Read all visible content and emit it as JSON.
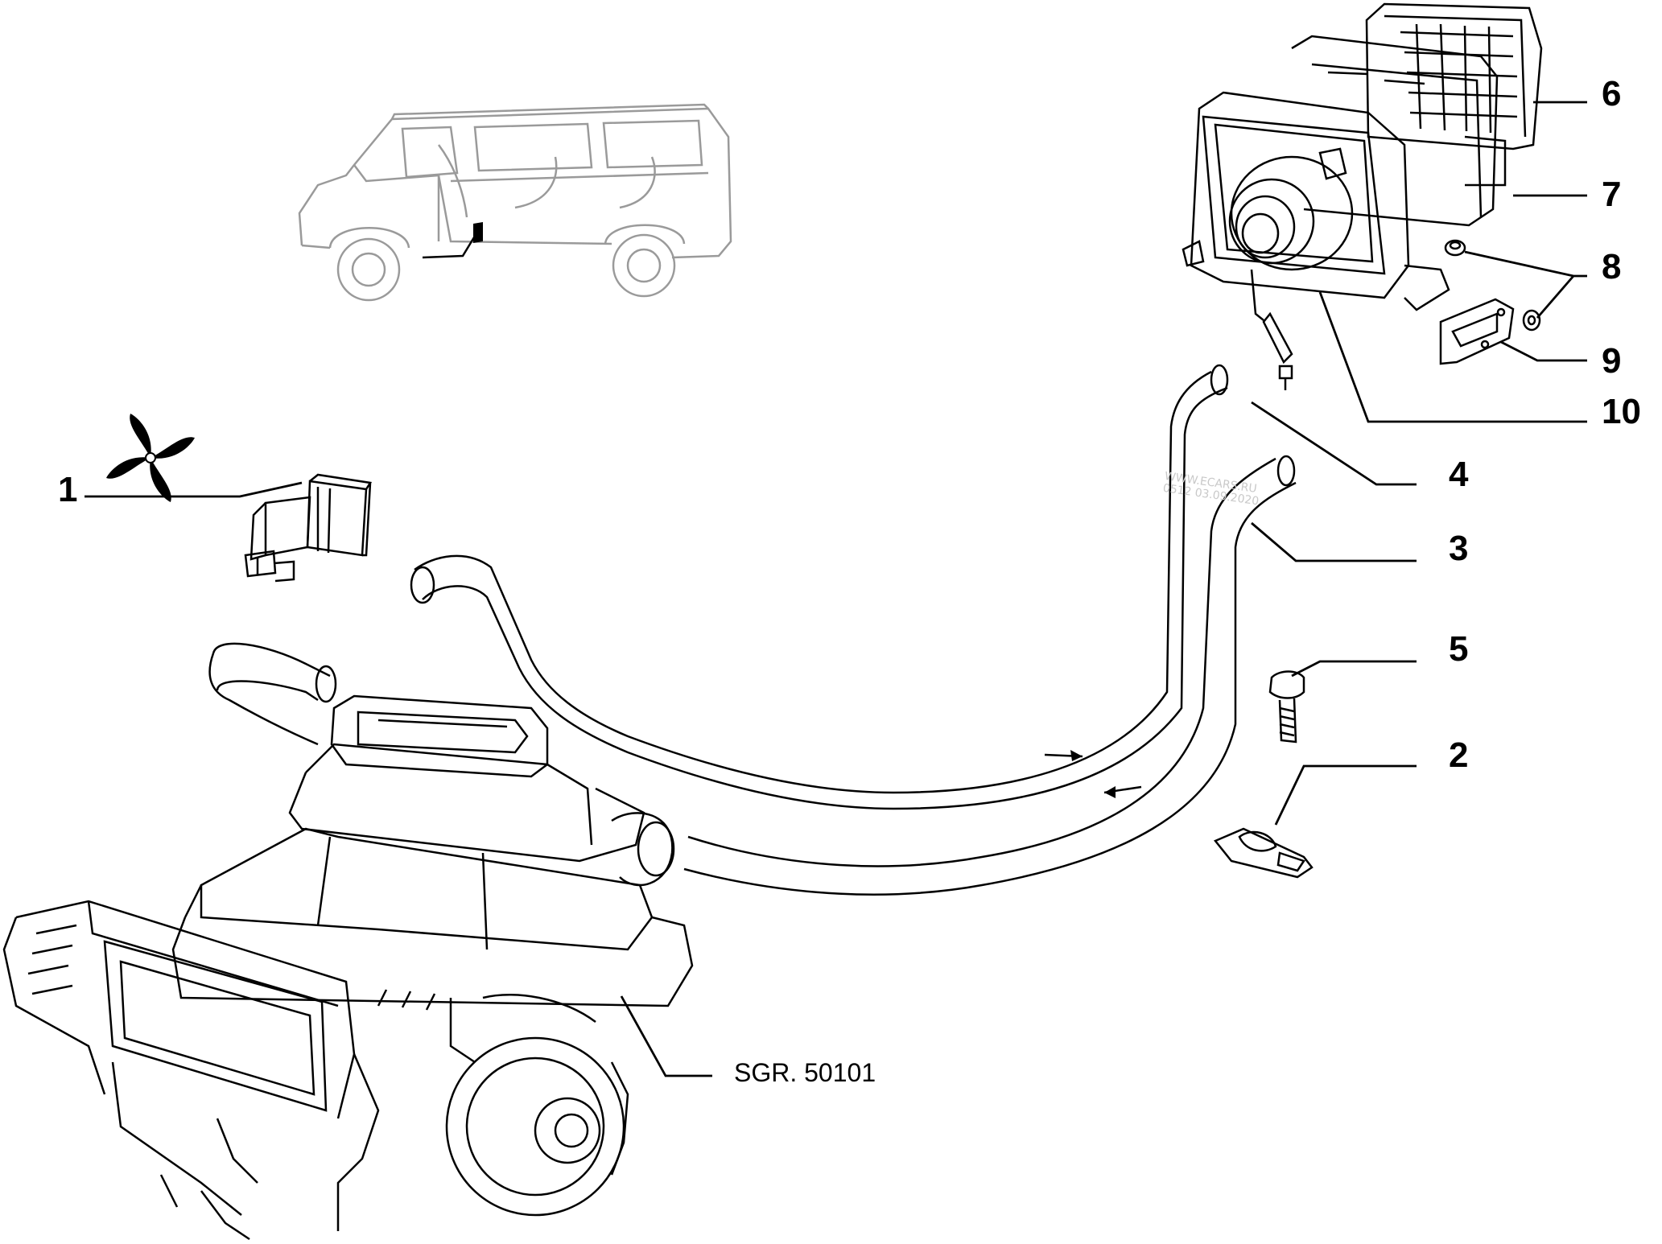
{
  "callouts": {
    "c1": "1",
    "c2": "2",
    "c3": "3",
    "c4": "4",
    "c5": "5",
    "c6": "6",
    "c7": "7",
    "c8": "8",
    "c9": "9",
    "c10": "10"
  },
  "reference": "SGR. 50101",
  "watermark": {
    "line1": "WWW.ECARS.RU",
    "line2": "0512 03.09.2020"
  },
  "icons": {
    "fan": "fan-icon"
  }
}
